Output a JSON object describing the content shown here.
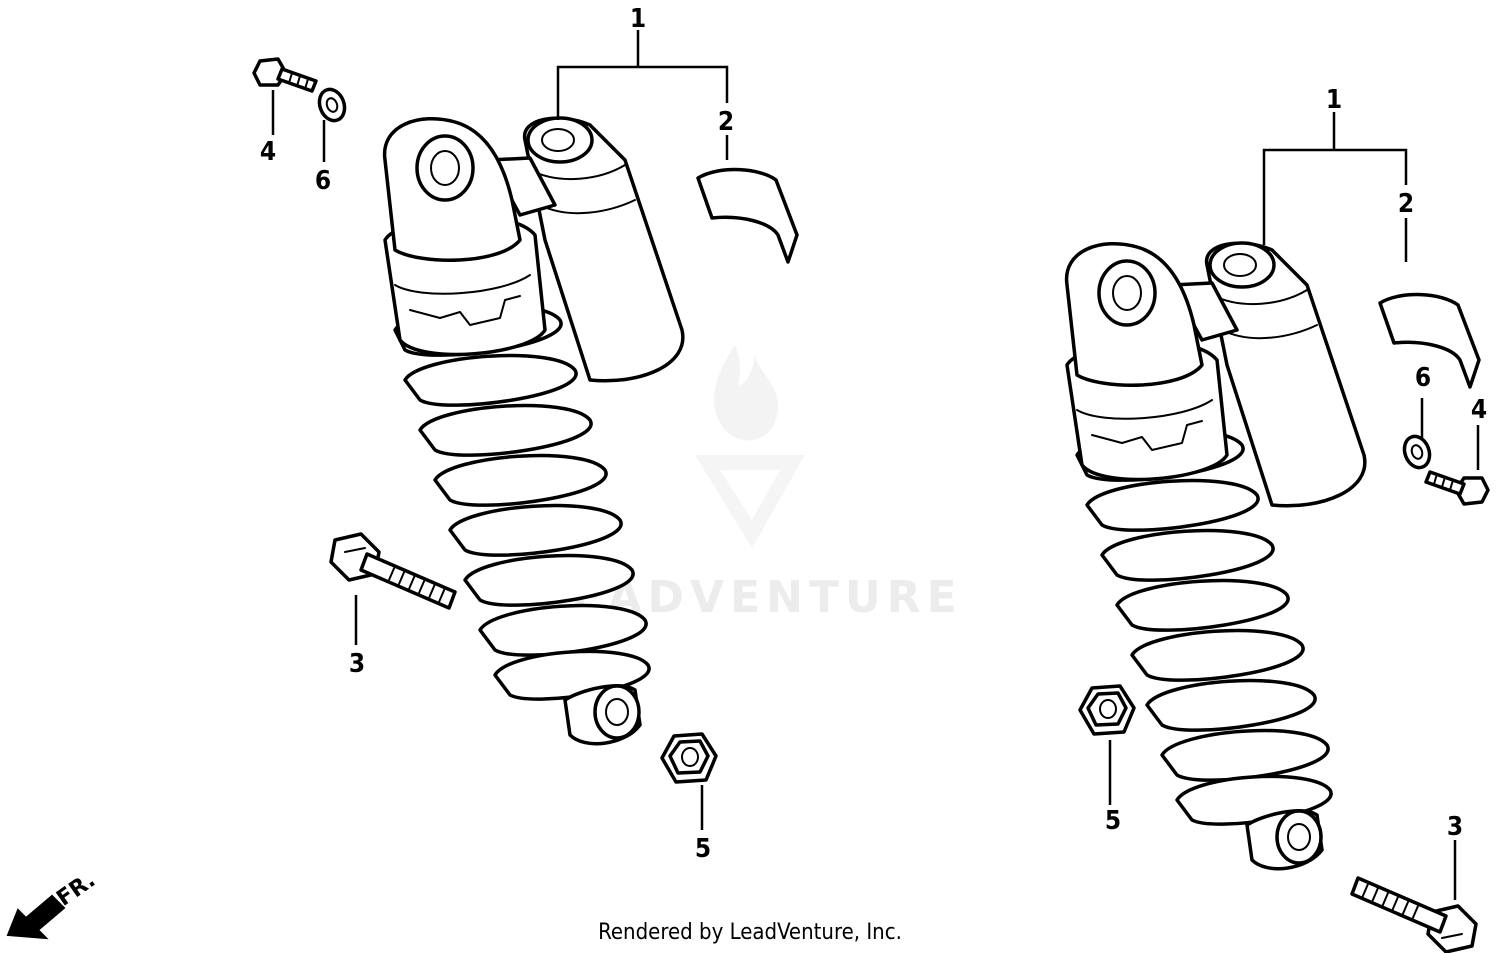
{
  "watermark": {
    "text": "LEADVENTURE"
  },
  "front_indicator": {
    "label": "FR."
  },
  "callouts": {
    "left": {
      "n1": "1",
      "n2": "2",
      "n3": "3",
      "n4": "4",
      "n5": "5",
      "n6": "6"
    },
    "right": {
      "n1": "1",
      "n2": "2",
      "n3": "3",
      "n4": "4",
      "n5": "5",
      "n6": "6"
    }
  },
  "footer": {
    "credit": "Rendered by LeadVenture, Inc."
  }
}
